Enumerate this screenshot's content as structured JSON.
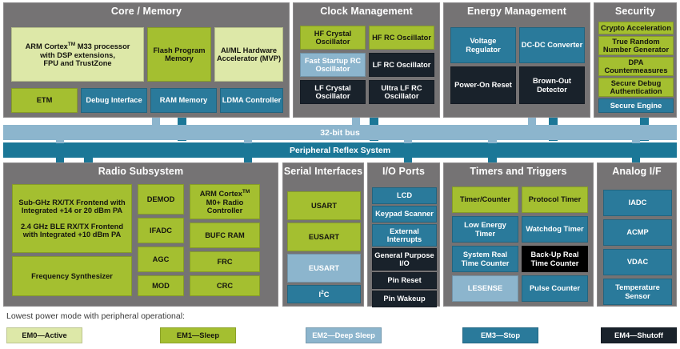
{
  "colors": {
    "panel_bg": "#757374",
    "em0_active": "#dde8a8",
    "em1_sleep": "#a4bf30",
    "em2_deep_sleep": "#8cb5cd",
    "em3_stop": "#2a7a9b",
    "em4_shutoff": "#19222b",
    "bus_32bit": "#8cb5cd",
    "bus_prs": "#1b7797"
  },
  "panels": {
    "core_memory": {
      "title": "Core / Memory",
      "blocks": [
        {
          "label": "ARM Cortex™ M33 processor with DSP extensions, FPU and TrustZone",
          "mode": "em0"
        },
        {
          "label": "Flash Program Memory",
          "mode": "em1"
        },
        {
          "label": "AI/ML Hardware Accelerator (MVP)",
          "mode": "em0"
        },
        {
          "label": "ETM",
          "mode": "em1"
        },
        {
          "label": "Debug Interface",
          "mode": "em3"
        },
        {
          "label": "RAM Memory",
          "mode": "em3"
        },
        {
          "label": "LDMA Controller",
          "mode": "em3"
        }
      ]
    },
    "clock_management": {
      "title": "Clock Management",
      "blocks": [
        {
          "label": "HF Crystal Oscillator",
          "mode": "em1"
        },
        {
          "label": "HF RC Oscillator",
          "mode": "em1"
        },
        {
          "label": "Fast Startup RC Oscillator",
          "mode": "em2"
        },
        {
          "label": "LF RC Oscillator",
          "mode": "em4"
        },
        {
          "label": "LF Crystal Oscillator",
          "mode": "em4"
        },
        {
          "label": "Ultra LF RC Oscillator",
          "mode": "em4"
        }
      ]
    },
    "energy_management": {
      "title": "Energy Management",
      "blocks": [
        {
          "label": "Voltage Regulator",
          "mode": "em3"
        },
        {
          "label": "DC-DC Converter",
          "mode": "em3"
        },
        {
          "label": "Power-On Reset",
          "mode": "em4"
        },
        {
          "label": "Brown-Out Detector",
          "mode": "em4"
        }
      ]
    },
    "security": {
      "title": "Security",
      "blocks": [
        {
          "label": "Crypto Acceleration",
          "mode": "em1"
        },
        {
          "label": "True Random Number Generator",
          "mode": "em1"
        },
        {
          "label": "DPA Countermeasures",
          "mode": "em1"
        },
        {
          "label": "Secure Debug Authentication",
          "mode": "em1"
        },
        {
          "label": "Secure Engine",
          "mode": "em3"
        }
      ]
    },
    "radio_subsystem": {
      "title": "Radio Subsystem",
      "blocks": [
        {
          "label": "Sub-GHz RX/TX Frontend with Integrated +14 or 20 dBm PA\n\n2.4 GHz BLE RX/TX Frontend with Integrated +10 dBm PA",
          "mode": "em1"
        },
        {
          "label": "Frequency Synthesizer",
          "mode": "em1"
        },
        {
          "label": "DEMOD",
          "mode": "em1"
        },
        {
          "label": "IFADC",
          "mode": "em1"
        },
        {
          "label": "AGC",
          "mode": "em1"
        },
        {
          "label": "MOD",
          "mode": "em1"
        },
        {
          "label": "ARM Cortex™ M0+ Radio Controller",
          "mode": "em1"
        },
        {
          "label": "BUFC RAM",
          "mode": "em1"
        },
        {
          "label": "FRC",
          "mode": "em1"
        },
        {
          "label": "CRC",
          "mode": "em1"
        }
      ],
      "frontend_line1": "Sub-GHz RX/TX Frontend with",
      "frontend_line2": "Integrated +14 or 20 dBm PA",
      "frontend_line3": "2.4 GHz BLE RX/TX Frontend",
      "frontend_line4": "with Integrated +10 dBm PA"
    },
    "serial_interfaces": {
      "title": "Serial Interfaces",
      "blocks": [
        {
          "label": "USART",
          "mode": "em1"
        },
        {
          "label": "EUSART",
          "mode": "em1"
        },
        {
          "label": "EUSART",
          "mode": "em2"
        },
        {
          "label": "I²C",
          "mode": "em3"
        }
      ]
    },
    "io_ports": {
      "title": "I/O Ports",
      "blocks": [
        {
          "label": "LCD",
          "mode": "em3"
        },
        {
          "label": "Keypad Scanner",
          "mode": "em3"
        },
        {
          "label": "External Interrupts",
          "mode": "em3"
        },
        {
          "label": "General Purpose I/O",
          "mode": "em4"
        },
        {
          "label": "Pin Reset",
          "mode": "em4"
        },
        {
          "label": "Pin Wakeup",
          "mode": "em4"
        }
      ]
    },
    "timers_triggers": {
      "title": "Timers and Triggers",
      "blocks": [
        {
          "label": "Timer/Counter",
          "mode": "em1"
        },
        {
          "label": "Protocol Timer",
          "mode": "em1"
        },
        {
          "label": "Low Energy Timer",
          "mode": "em3"
        },
        {
          "label": "Watchdog Timer",
          "mode": "em3"
        },
        {
          "label": "System Real Time Counter",
          "mode": "em3"
        },
        {
          "label": "Back-Up Real Time Counter",
          "mode": "em4b"
        },
        {
          "label": "LESENSE",
          "mode": "em2"
        },
        {
          "label": "Pulse Counter",
          "mode": "em3"
        }
      ]
    },
    "analog_if": {
      "title": "Analog I/F",
      "blocks": [
        {
          "label": "IADC",
          "mode": "em3"
        },
        {
          "label": "ACMP",
          "mode": "em3"
        },
        {
          "label": "VDAC",
          "mode": "em3"
        },
        {
          "label": "Temperature Sensor",
          "mode": "em3"
        }
      ]
    }
  },
  "buses": {
    "bus32": "32-bit bus",
    "prs": "Peripheral Reflex System"
  },
  "legend": {
    "caption": "Lowest power mode with peripheral operational:",
    "items": [
      {
        "label": "EM0—Active",
        "mode": "em0"
      },
      {
        "label": "EM1—Sleep",
        "mode": "em1"
      },
      {
        "label": "EM2—Deep Sleep",
        "mode": "em2"
      },
      {
        "label": "EM3—Stop",
        "mode": "em3"
      },
      {
        "label": "EM4—Shutoff",
        "mode": "em4"
      }
    ]
  }
}
